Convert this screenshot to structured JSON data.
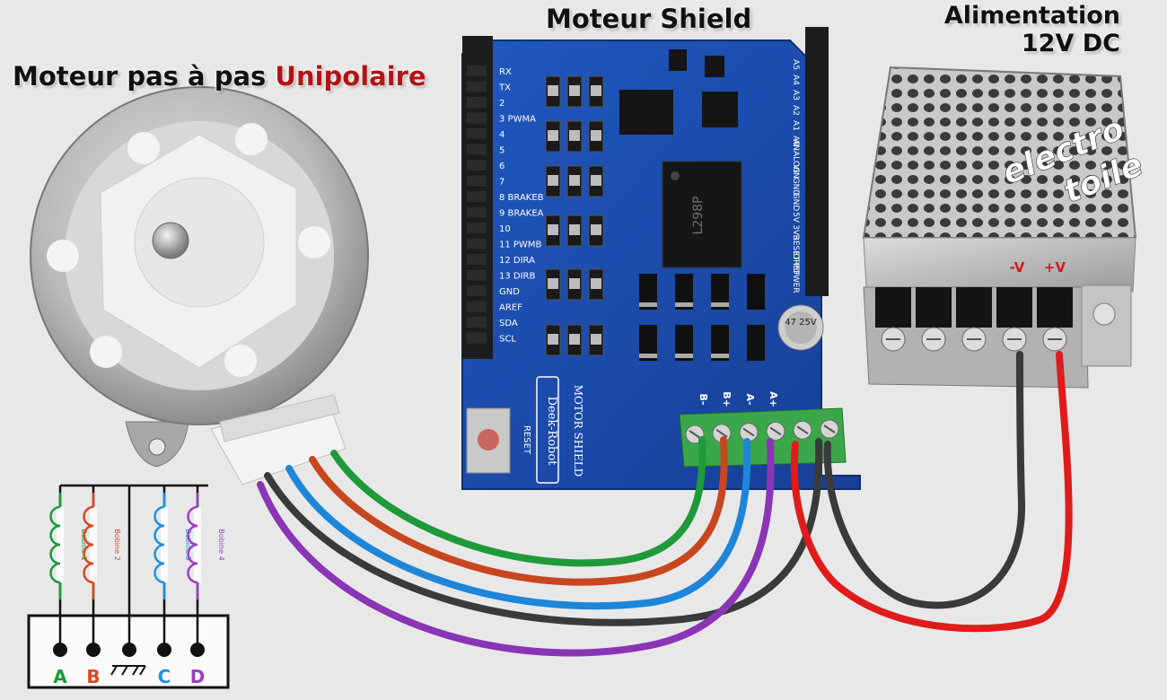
{
  "titles": {
    "motor_prefix": "Moteur pas à pas",
    "motor_highlight": "Unipolaire",
    "shield": "Moteur Shield",
    "psu_line1": "Alimentation",
    "psu_line2": "12V DC"
  },
  "watermark": {
    "line1": "electro",
    "line2": "toile"
  },
  "shield_board": {
    "pin_labels": [
      "RX",
      "TX",
      "2",
      "3 PWMA",
      "4",
      "5",
      "6",
      "7",
      "8 BRAKEB",
      "9 BRAKEA",
      "10",
      "11 PWMB",
      "12 DIRA",
      "13 DIRB",
      "GND",
      "AREF",
      "SDA",
      "SCL"
    ],
    "right_labels": [
      "A5",
      "A4",
      "A3",
      "A2",
      "A1",
      "A0",
      "ANALOG",
      "VIN",
      "GND",
      "GND",
      "5V",
      "3V3",
      "RESET",
      "IOREF",
      "POWER"
    ],
    "chip_text": "L298P",
    "brand": "Deek-Robot",
    "model": "MOTOR SHIELD",
    "reset_label": "RESET",
    "capacitor": "47 25V",
    "terminal_labels": [
      "B-",
      "B+",
      "A-",
      "A+"
    ]
  },
  "psu": {
    "neg_label": "-V",
    "pos_label": "+V"
  },
  "schematic": {
    "coils": [
      {
        "label": "Bobine 1",
        "color": "#1a9a3a"
      },
      {
        "label": "Bobine 2",
        "color": "#d9481f"
      },
      {
        "label": "Bobine 3",
        "color": "#1e90e0"
      },
      {
        "label": "Bobine 4",
        "color": "#9b3fc0"
      }
    ],
    "terminals": [
      {
        "letter": "A",
        "color": "#1a9a3a"
      },
      {
        "letter": "B",
        "color": "#d9481f"
      },
      {
        "letter": "C",
        "color": "#1e90e0"
      },
      {
        "letter": "D",
        "color": "#9b3fc0"
      }
    ]
  },
  "colors": {
    "green": "#1f9a3a",
    "orange": "#c8461f",
    "blue": "#1e86d8",
    "purple": "#8a35b5",
    "black_wire": "#3a3a3a",
    "red_wire": "#e01b1b",
    "board": "#1d4fb0"
  }
}
